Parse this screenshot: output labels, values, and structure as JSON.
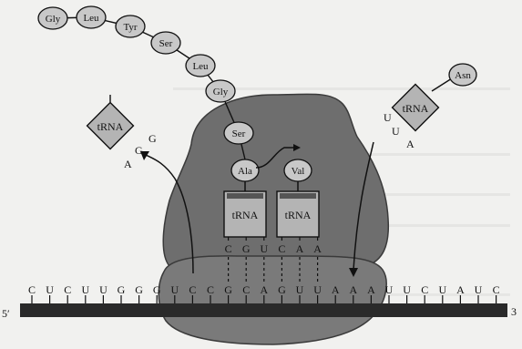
{
  "peptide_chain": [
    "Gly",
    "Leu",
    "Tyr",
    "Ser",
    "Leu",
    "Gly",
    "Ser"
  ],
  "p_site_trna": {
    "label": "tRNA",
    "amino_acid": "Ala",
    "anticodon": [
      "C",
      "G",
      "U"
    ]
  },
  "a_site_trna": {
    "label": "tRNA",
    "amino_acid": "Val",
    "anticodon": [
      "C",
      "A",
      "A"
    ]
  },
  "exiting_trna": {
    "label": "tRNA",
    "anticodon": [
      "G",
      "G",
      "A"
    ]
  },
  "incoming_trna": {
    "label": "tRNA",
    "amino_acid": "Asn",
    "anticodon": [
      "U",
      "U",
      "A"
    ]
  },
  "mrna": {
    "bases": [
      "C",
      "U",
      "C",
      "U",
      "U",
      "G",
      "G",
      "G",
      "U",
      "C",
      "C",
      "G",
      "C",
      "A",
      "G",
      "U",
      "U",
      "A",
      "A",
      "A",
      "U",
      "U",
      "C",
      "U",
      "A",
      "U",
      "C"
    ],
    "five_prime_label": "5′",
    "three_prime_label": "3"
  },
  "colors": {
    "ribosome": "#6e6e6e",
    "ribosome_small_subunit": "#7a7a7a",
    "bead": "#c8c8c8",
    "trna_box": "#b4b4b4",
    "mrna_bar": "#2a2a2a"
  }
}
